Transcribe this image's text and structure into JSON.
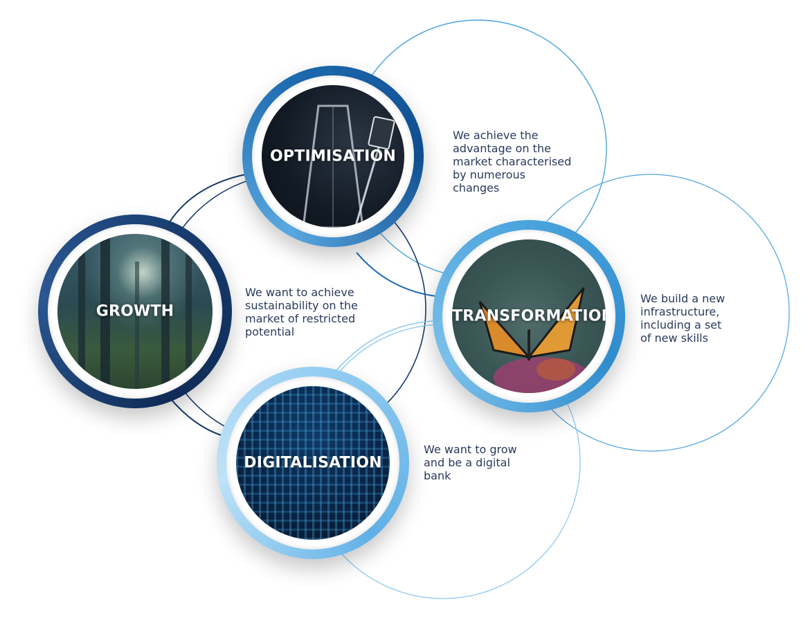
{
  "colors": {
    "navy": "#163a6b",
    "mid_blue": "#1e6bb0",
    "sky_blue": "#4aa3dc",
    "light_blue": "#8fcaf0",
    "text": "#2a3a5c"
  },
  "nodes": {
    "optimisation": {
      "label": "OPTIMISATION",
      "description": [
        "We achieve the",
        "advantage on the",
        "market characterised",
        "by numerous",
        "changes"
      ]
    },
    "growth": {
      "label": "GROWTH",
      "description": [
        "We want to achieve",
        "sustainability on the",
        "market of restricted",
        "potential"
      ]
    },
    "transformation": {
      "label": "TRANSFORMATION",
      "description": [
        "We build a new",
        "infrastructure,",
        "including a set",
        "of new skills"
      ]
    },
    "digitalisation": {
      "label": "DIGITALISATION",
      "description": [
        "We want to grow",
        "and be a digital",
        "bank"
      ]
    }
  }
}
